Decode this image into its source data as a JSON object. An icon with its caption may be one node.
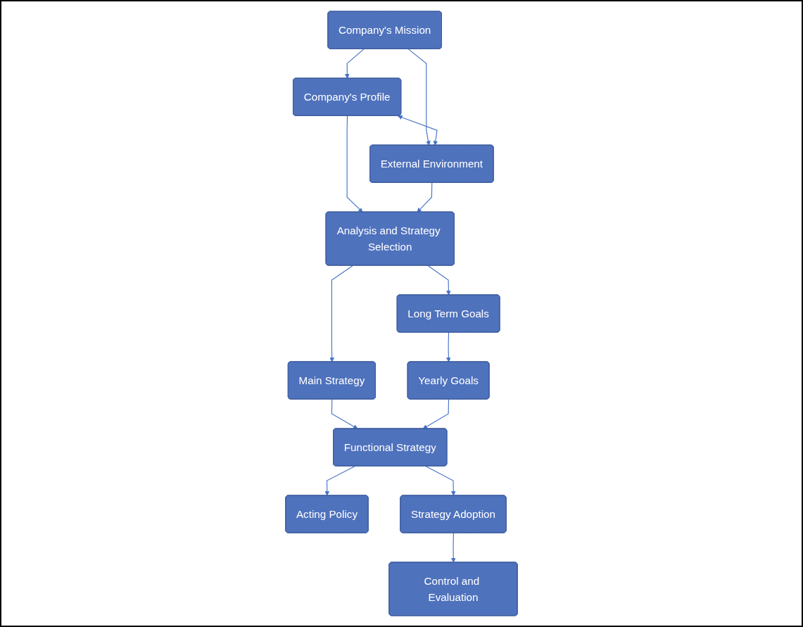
{
  "diagram": {
    "nodes": [
      {
        "text": [
          "Company's Mission"
        ]
      },
      {
        "text": [
          "Company's Profile"
        ]
      },
      {
        "text": [
          "External Environment"
        ]
      },
      {
        "text": [
          "Analysis and Strategy Selection"
        ]
      },
      {
        "text": [
          "Long Term Goals"
        ]
      },
      {
        "text": [
          "Main Strategy"
        ]
      },
      {
        "text": [
          "Yearly Goals"
        ]
      },
      {
        "text": [
          "Functional Strategy"
        ]
      },
      {
        "text": [
          "Acting Policy"
        ]
      },
      {
        "text": [
          "Strategy Adoption"
        ]
      },
      {
        "text": [
          "Control and Evaluation"
        ]
      }
    ],
    "edges": [
      {
        "from": 0,
        "to": 1,
        "arrow": "to"
      },
      {
        "from": 0,
        "to": 2,
        "arrow": "to"
      },
      {
        "from": 1,
        "to": 2,
        "arrow": "both"
      },
      {
        "from": 1,
        "to": 3,
        "arrow": "to"
      },
      {
        "from": 2,
        "to": 3,
        "arrow": "to"
      },
      {
        "from": 3,
        "to": 4,
        "arrow": "to"
      },
      {
        "from": 3,
        "to": 5,
        "arrow": "to"
      },
      {
        "from": 4,
        "to": 6,
        "arrow": "to"
      },
      {
        "from": 5,
        "to": 7,
        "arrow": "to"
      },
      {
        "from": 6,
        "to": 7,
        "arrow": "to"
      },
      {
        "from": 7,
        "to": 8,
        "arrow": "to"
      },
      {
        "from": 7,
        "to": 9,
        "arrow": "to"
      },
      {
        "from": 9,
        "to": 10,
        "arrow": "to"
      }
    ]
  }
}
